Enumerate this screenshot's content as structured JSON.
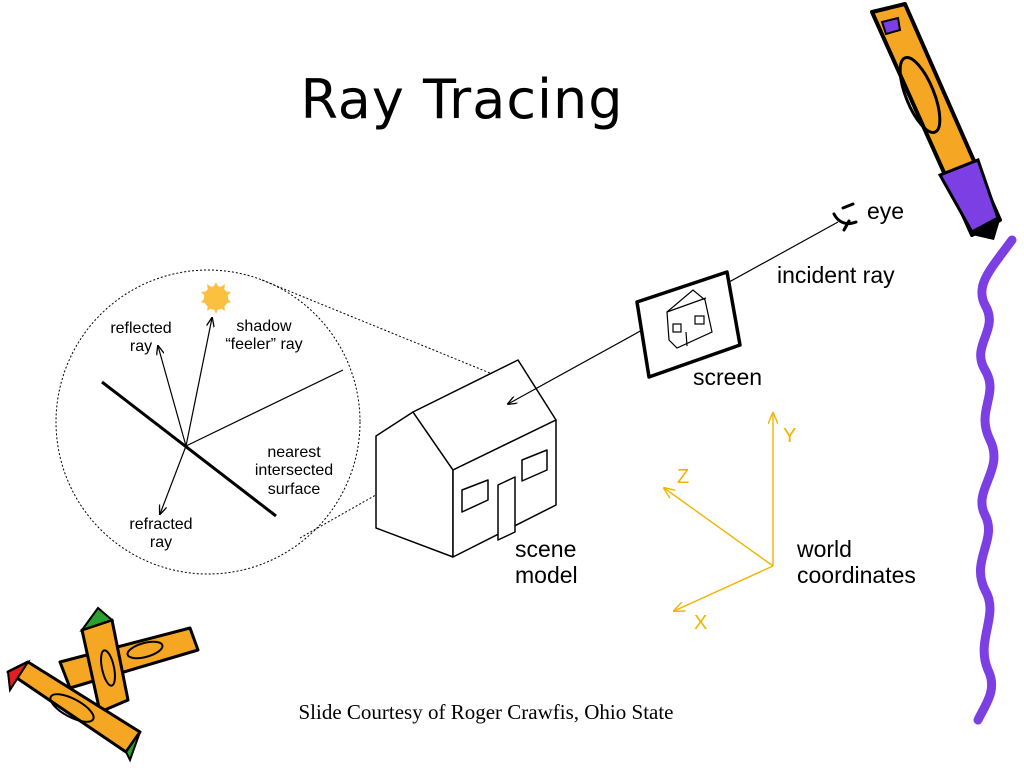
{
  "slide": {
    "title": "Ray Tracing",
    "credit": "Slide Courtesy of Roger Crawfis, Ohio State"
  },
  "labels": {
    "eye": "eye",
    "incident_ray": "incident ray",
    "screen": "screen",
    "scene_line1": "scene",
    "scene_line2": "model",
    "world_line1": "world",
    "world_line2": "coordinates",
    "reflected_line1": "reflected",
    "reflected_line2": "ray",
    "shadow_line1": "shadow",
    "shadow_line2": "“feeler” ray",
    "nearest_line1": "nearest",
    "nearest_line2": "intersected",
    "nearest_line3": "surface",
    "refracted_line1": "refracted",
    "refracted_line2": "ray"
  },
  "axes": {
    "x": "X",
    "y": "Y",
    "z": "Z"
  },
  "colors": {
    "axis": "#f0b400",
    "pencil_body": "#f5a623",
    "pencil_outline": "#000000",
    "pencil_tip": "#7b3fe4",
    "squiggle": "#7b3fe4",
    "sun": "#fbc040",
    "crayon_red": "#e02020",
    "crayon_green": "#2ca02c"
  },
  "icons": [
    "pencil-clipart",
    "crayons-clipart",
    "sun-icon",
    "eye-icon",
    "house-icon"
  ]
}
